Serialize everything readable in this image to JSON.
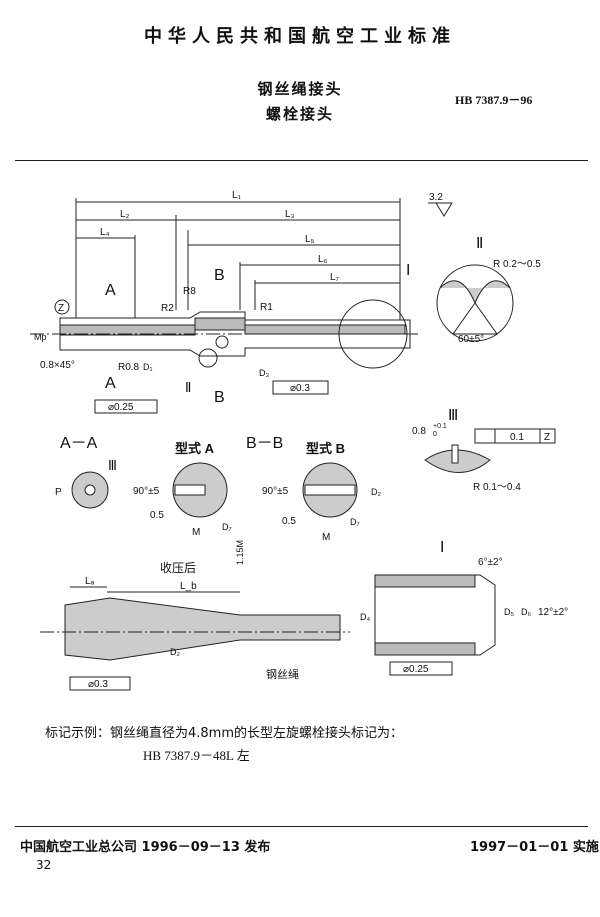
{
  "header": {
    "standard_name": "中华人民共和国航空工业标准"
  },
  "title": {
    "line1": "钢丝绳接头",
    "line2": "螺栓接头",
    "standard_no": "HB 7387.9－96"
  },
  "drawing": {
    "dims_top": {
      "L1": "L₁",
      "L2": "L₂",
      "L3": "L₃",
      "L4": "L₄",
      "L5": "L₅",
      "L6": "L₆",
      "L7": "L₇"
    },
    "surface_roughness": "3.2",
    "datum_label": "Z",
    "section_letters": {
      "a": "A",
      "b": "B"
    },
    "view_marks": {
      "I": "Ⅰ",
      "II": "Ⅱ",
      "III": "Ⅲ"
    },
    "radii": {
      "R8": "R8",
      "R2": "R2",
      "R1": "R1",
      "R08": "R0.8"
    },
    "chamfer": "0.8×45°",
    "dims_side": {
      "Mp": "Mp",
      "D1": "D₁",
      "D3": "D₃",
      "D2": "D₂",
      "D7": "D₇",
      "P": "P",
      "D4": "D₄",
      "D5": "D₅",
      "D6": "D₆"
    },
    "tolerance_main": "⌀0.3",
    "tolerance_bottom": "⌀0.25",
    "detail_ii": {
      "radius": "R 0.2～0.5",
      "angle": "60±5°"
    },
    "section_aa": {
      "label": "A－A",
      "type": "型式 A"
    },
    "section_bb": {
      "label": "B－B",
      "type": "型式 B"
    },
    "angle_90": "90°±5",
    "dim_05": "0.5",
    "dim_M": "M",
    "dim_115M": "1.15M",
    "detail_iii": {
      "depth": "0.8",
      "depth_tol_upper": "+0.1",
      "depth_tol_lower": "0",
      "flatness": "0.1",
      "radius": "R 0.1～0.4"
    },
    "crimped": {
      "title": "收压后",
      "La": "Lₐ",
      "Lb": "L_b",
      "tol": "⌀0.3",
      "rope": "钢丝绳"
    },
    "detail_i": {
      "angle_top": "6°±2°",
      "angle_side": "12°±2°"
    }
  },
  "example": {
    "line1": "标记示例：钢丝绳直径为4.8mm的长型左旋螺栓接头标记为：",
    "line2": "HB 7387.9－48L 左"
  },
  "footer": {
    "issuer": "中国航空工业总公司 1996－09－13 发布",
    "effective": "1997－01－01 实施",
    "page": "32"
  }
}
